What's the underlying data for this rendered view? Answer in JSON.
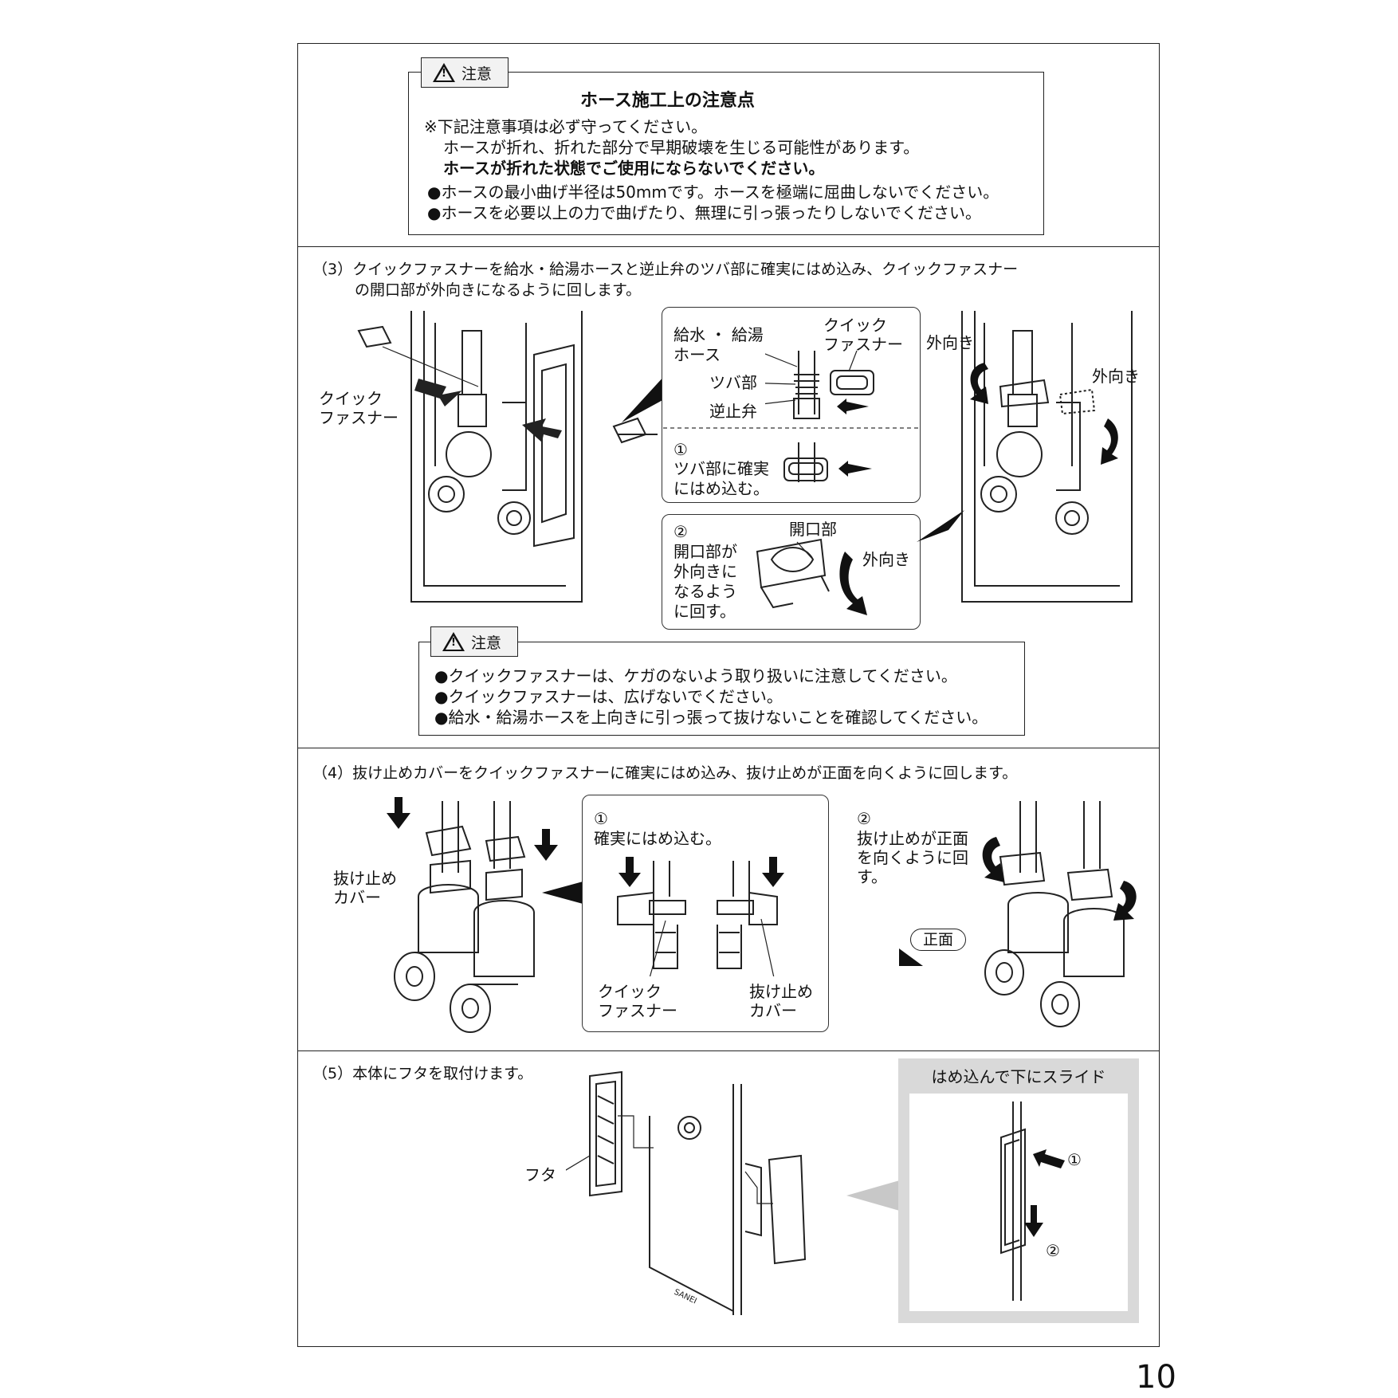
{
  "page_number": "10",
  "caution1": {
    "tag": "注意",
    "title": "ホース施工上の注意点",
    "note_line1": "※下記注意事項は必ず守ってください。",
    "note_line2": "ホースが折れ、折れた部分で早期破壊を生じる可能性があります。",
    "note_line3": "ホースが折れた状態でご使用にならないでください。",
    "bullet1": "●ホースの最小曲げ半径は50mmです。ホースを極端に屈曲しないでください。",
    "bullet2": "●ホースを必要以上の力で曲げたり、無理に引っ張ったりしないでください。"
  },
  "step3": {
    "line1": "（3）クイックファスナーを給水・給湯ホースと逆止弁のツバ部に確実にはめ込み、クイックファスナー",
    "line2": "の開口部が外向きになるように回します。",
    "left_label1": "クイック",
    "left_label2": "ファスナー",
    "detail_a": {
      "hose1": "給水 ・ 給湯",
      "hose2": "ホース",
      "fastener1": "クイック",
      "fastener2": "ファスナー",
      "flange": "ツバ部",
      "check_valve": "逆止弁",
      "num1": "①",
      "fit1": "ツバ部に確実",
      "fit2": "にはめ込む。"
    },
    "detail_b": {
      "num2": "②",
      "l1": "開口部が",
      "l2": "外向きに",
      "l3": "なるよう",
      "l4": "に回す。",
      "opening": "開口部",
      "outward": "外向き"
    },
    "right_outward1": "外向き",
    "right_outward2": "外向き"
  },
  "caution2": {
    "tag": "注意",
    "bullet1": "●クイックファスナーは、ケガのないよう取り扱いに注意してください。",
    "bullet2": "●クイックファスナーは、広げないでください。",
    "bullet3": "●給水・給湯ホースを上向きに引っ張って抜けないことを確認してください。"
  },
  "step4": {
    "line1": "（4）抜け止めカバーをクイックファスナーに確実にはめ込み、抜け止めが正面を向くように回します。",
    "left_label1": "抜け止め",
    "left_label2": "カバー",
    "detail": {
      "num1": "①",
      "fit": "確実にはめ込む。",
      "fastener1": "クイック",
      "fastener2": "ファスナー",
      "cover1": "抜け止め",
      "cover2": "カバー"
    },
    "right": {
      "num2": "②",
      "l1": "抜け止めが正面",
      "l2": "を向くように回",
      "l3": "す。",
      "front": "正面"
    }
  },
  "step5": {
    "line1": "（5）本体にフタを取付けます。",
    "lid": "フタ",
    "slide_title": "はめ込んで下にスライド",
    "num1": "①",
    "num2": "②",
    "brand": "SANEI"
  }
}
